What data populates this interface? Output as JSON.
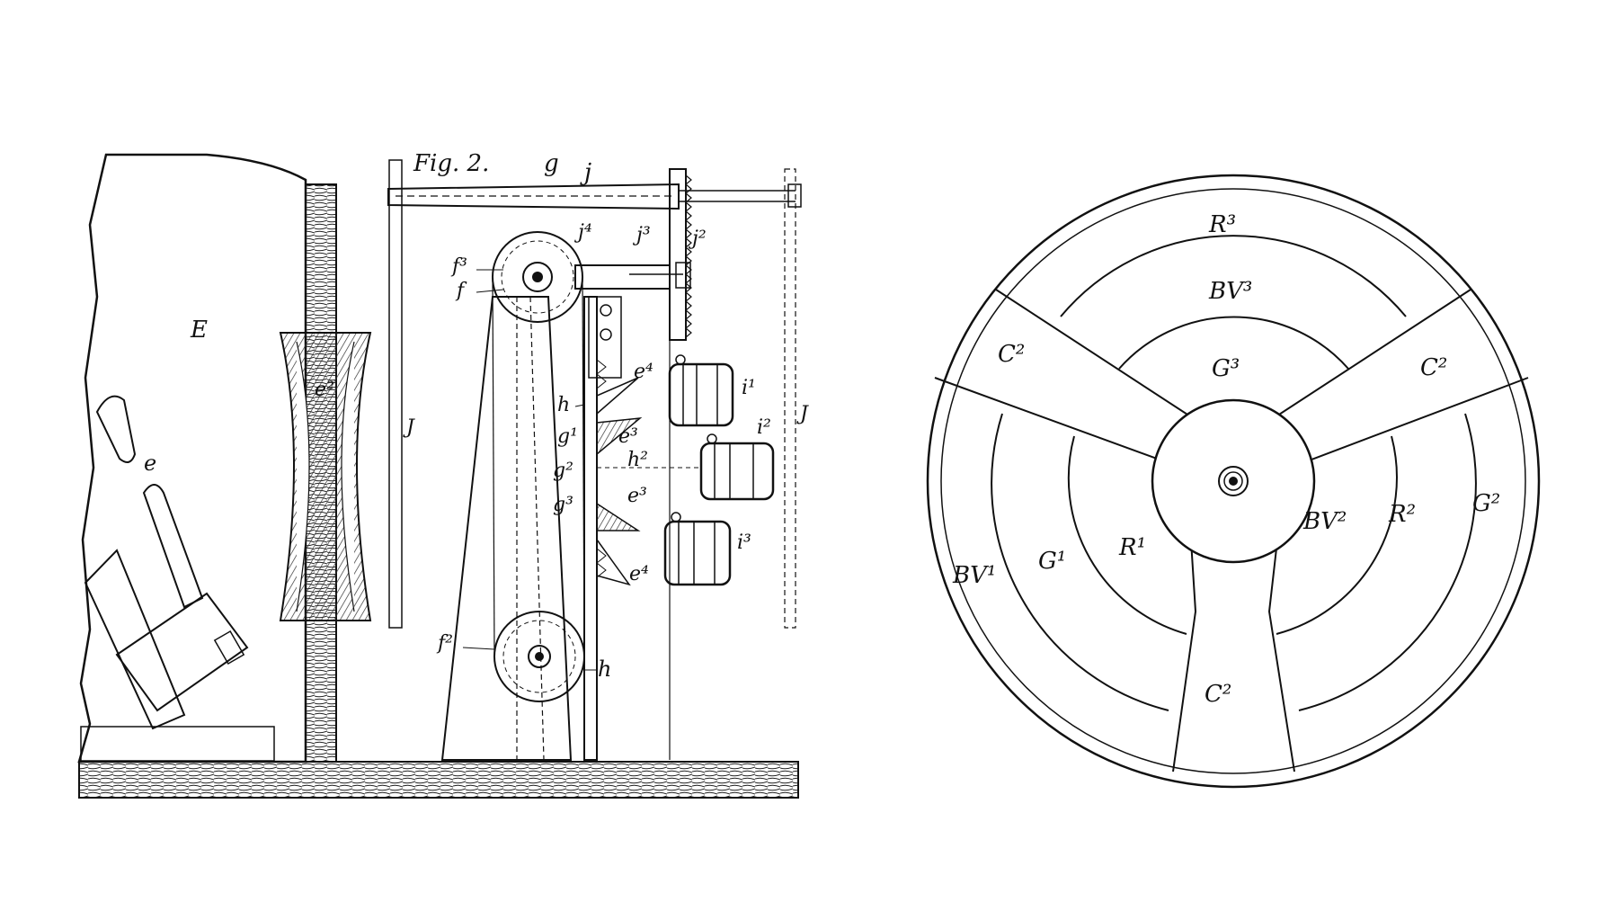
{
  "figure": {
    "fig_label": "Fig. 2.",
    "left_labels": {
      "E": "E",
      "e": "e",
      "e2": "e²",
      "J_left": "J",
      "J_right": "J",
      "g": "g",
      "j": "j",
      "j2": "j²",
      "j3": "j³",
      "j4": "j⁴",
      "f3": "f³",
      "f": "f",
      "f2": "f²",
      "h_top": "h",
      "h_bottom": "h",
      "h2": "h²",
      "g1": "g¹",
      "g2": "g²",
      "g3": "g³",
      "e4_top": "e⁴",
      "e4_bottom": "e⁴",
      "e3_top": "e³",
      "e3_mid": "e³",
      "i1": "i¹",
      "i2": "i²",
      "i3": "i³"
    },
    "disk_labels": {
      "R3": "R³",
      "BV3": "BV³",
      "G3": "G³",
      "C2_left": "C²",
      "C2_right": "C²",
      "C2_bottom": "C²",
      "BV1": "BV¹",
      "G1": "G¹",
      "R1": "R¹",
      "BV2": "BV²",
      "R2": "R²",
      "G2": "G²"
    }
  }
}
